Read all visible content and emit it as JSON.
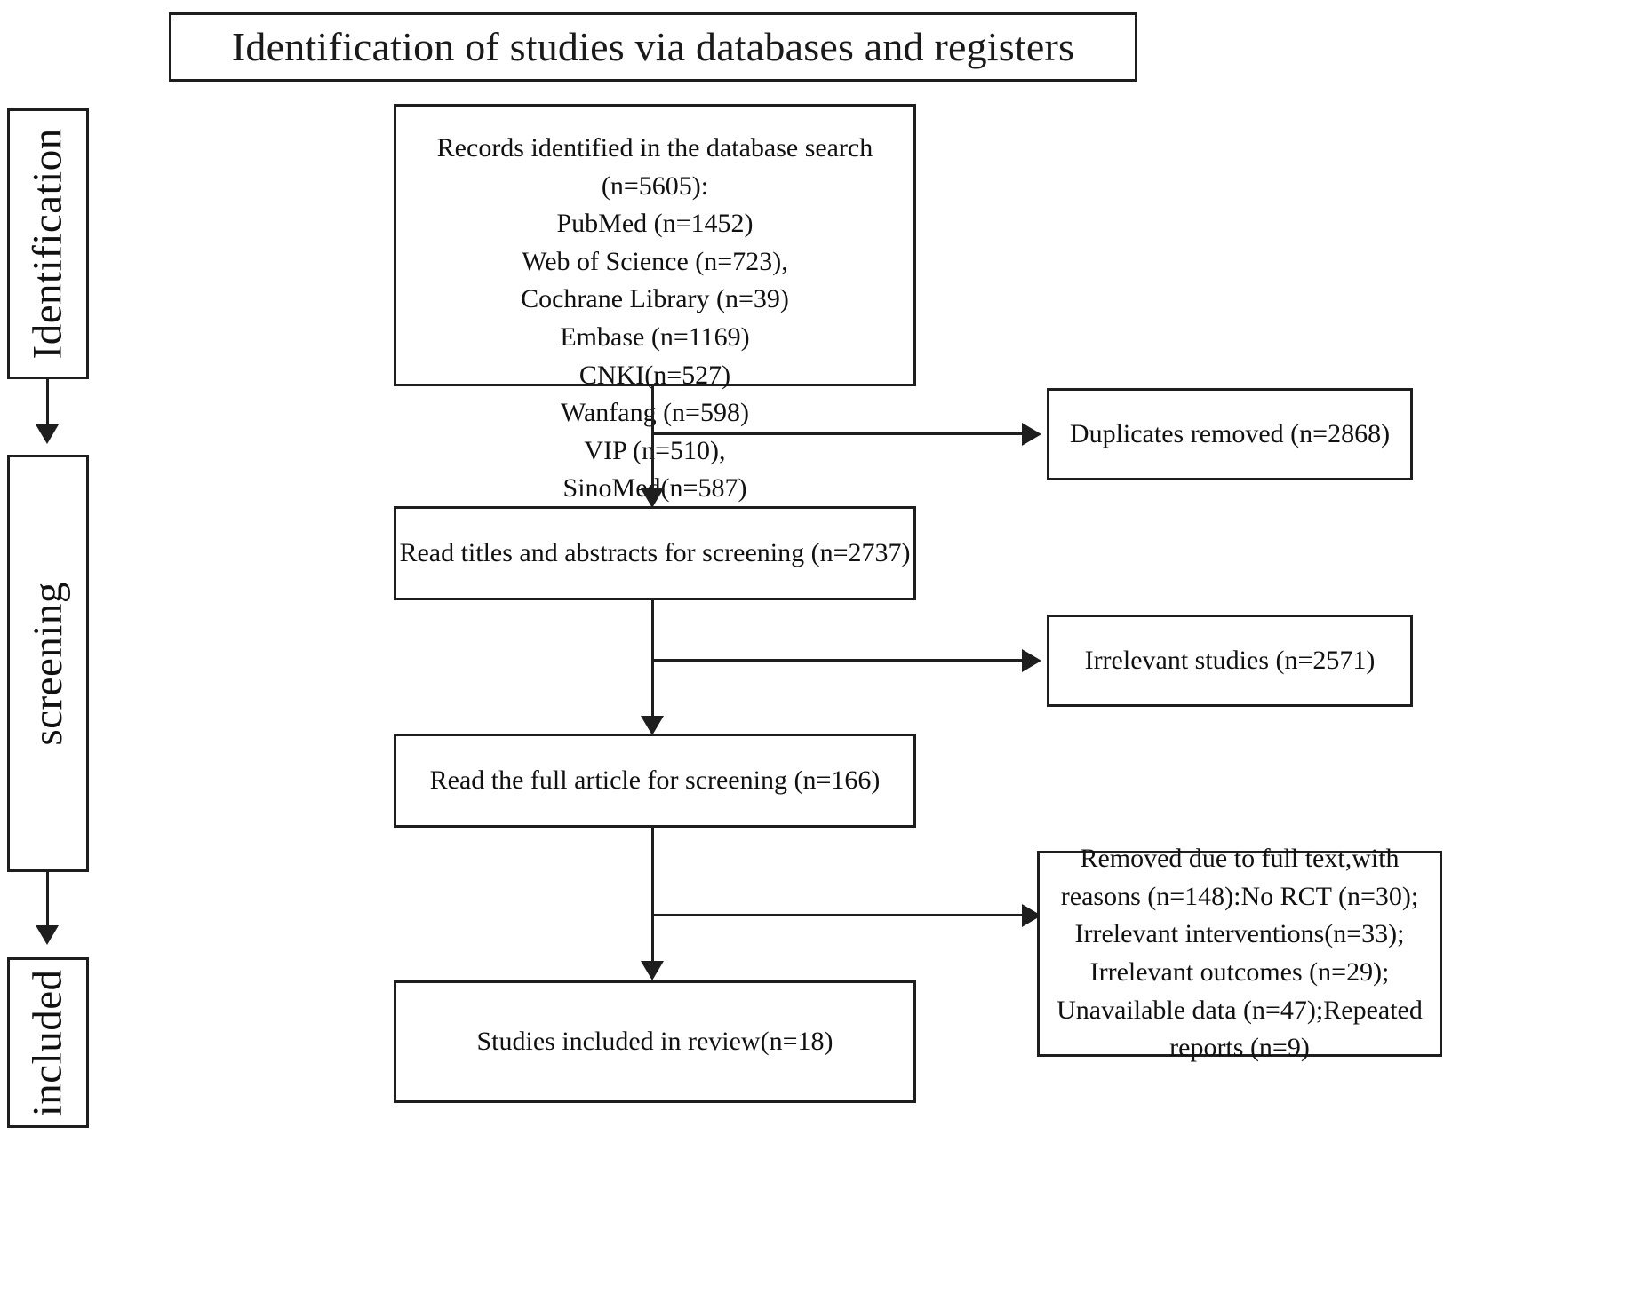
{
  "diagram": {
    "type": "prisma-flow-diagram",
    "title": "Identification of studies via databases and registers",
    "phases": [
      {
        "id": "identification",
        "label": "Identification"
      },
      {
        "id": "screening",
        "label": "screening"
      },
      {
        "id": "included",
        "label": "included"
      }
    ],
    "nodes": [
      {
        "id": "records-identified",
        "text": "Records identified in the database search (n=5605):\nPubMed (n=1452)\nWeb of Science (n=723),\nCochrane Library (n=39)\nEmbase  (n=1169)\nCNKI(n=527)\nWanfang (n=598)\nVIP  (n=510),\nSinoMed(n=587)",
        "total": 5605,
        "sources": [
          {
            "name": "PubMed",
            "n": 1452
          },
          {
            "name": "Web of Science",
            "n": 723
          },
          {
            "name": "Cochrane Library",
            "n": 39
          },
          {
            "name": "Embase",
            "n": 1169
          },
          {
            "name": "CNKI",
            "n": 527
          },
          {
            "name": "Wanfang",
            "n": 598
          },
          {
            "name": "VIP",
            "n": 510
          },
          {
            "name": "SinoMed",
            "n": 587
          }
        ]
      },
      {
        "id": "duplicates-removed",
        "text": "Duplicates removed (n=2868)",
        "n": 2868
      },
      {
        "id": "titles-abstracts-screened",
        "text": "Read titles and abstracts for screening (n=2737)",
        "n": 2737
      },
      {
        "id": "irrelevant-studies",
        "text": "Irrelevant studies (n=2571)",
        "n": 2571
      },
      {
        "id": "full-article-screened",
        "text": "Read the full article for screening (n=166)",
        "n": 166
      },
      {
        "id": "full-text-excluded",
        "text": "Removed due to full text,with\nreasons (n=148):No RCT (n=30);\nIrrelevant interventions(n=33);\nIrrelevant outcomes (n=29);\nUnavailable data (n=47);Repeated\nreports (n=9)",
        "n": 148,
        "reasons": [
          {
            "label": "No RCT",
            "n": 30
          },
          {
            "label": "Irrelevant interventions",
            "n": 33
          },
          {
            "label": "Irrelevant outcomes",
            "n": 29
          },
          {
            "label": "Unavailable data",
            "n": 47
          },
          {
            "label": "Repeated reports",
            "n": 9
          }
        ]
      },
      {
        "id": "studies-included",
        "text": "Studies included in review(n=18)",
        "n": 18
      }
    ],
    "colors": {
      "stroke": "#1e1e1e",
      "fill": "#ffffff",
      "text": "#111111"
    }
  }
}
